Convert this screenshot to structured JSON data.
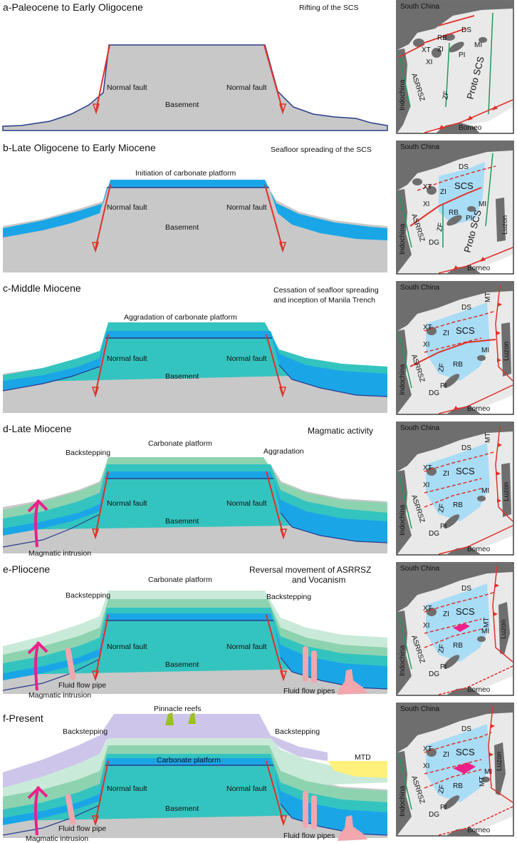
{
  "colors": {
    "basement": "#c8c8c8",
    "outline": "#2a3a8c",
    "blue": "#1aa6e6",
    "teal": "#34c4c0",
    "green": "#8ed3b0",
    "pale": "#c9ead8",
    "lavender": "#cdc6ea",
    "fault": "#e0302a",
    "magma": "#ee1f8a",
    "pipe": "#f2a6ae",
    "pinnacle": "#9bc11c",
    "mtd": "#fff17a",
    "map_land": "#6e6e6e",
    "map_sea": "#e9e9e9",
    "map_scs": "#a9dcf5",
    "map_green": "#1f9a5a"
  },
  "panels": [
    {
      "title": "a-Paleocene to Early Oligocene",
      "stage_title": [
        "Rifting of the SCS"
      ],
      "labels": {
        "left_fault": "Normal fault",
        "right_fault": "Normal fault",
        "basement": "Basement"
      },
      "map": {
        "south_china": "South China",
        "indochina": "Indochina",
        "borneo": "Borneo",
        "asrrsz": "ASRRSZ",
        "ds": "DS",
        "rb": "RB",
        "zi": "ZI",
        "xt": "XT",
        "xi": "XI",
        "pi": "PI",
        "mi": "MI",
        "zf": "ZF",
        "proto": "Proto SCS"
      }
    },
    {
      "title": "b-Late Oligocene to Early Miocene",
      "stage_title": [
        "Seafloor spreading of the SCS"
      ],
      "labels": {
        "top": "Initiation of carbonate platform",
        "left_fault": "Normal fault",
        "right_fault": "Normal fault",
        "basement": "Basement"
      },
      "map": {
        "south_china": "South China",
        "indochina": "Indochina",
        "borneo": "Borneo",
        "asrrsz": "ASRRSZ",
        "ds": "DS",
        "xt": "XT",
        "zi": "ZI",
        "xi": "XI",
        "scs": "SCS",
        "mi": "MI",
        "rb": "RB",
        "pi": "PI",
        "zf": "ZF",
        "dg": "DG",
        "proto": "Proto SCS",
        "luzon": "Luzon"
      }
    },
    {
      "title": "c-Middle Miocene",
      "stage_title": [
        "Cessation of seafloor spreading",
        "and inception of Manila Trench"
      ],
      "labels": {
        "top": "Aggradation of carbonate platform",
        "left_fault": "Normal fault",
        "right_fault": "Normal fault",
        "basement": "Basement"
      },
      "map": {
        "south_china": "South China",
        "indochina": "Indochina",
        "borneo": "Borneo",
        "asrrsz": "ASRRSZ",
        "ds": "DS",
        "xt": "XT",
        "zi": "ZI",
        "xi": "XI",
        "scs": "SCS",
        "mi": "MI",
        "rb": "RB",
        "pi": "PI",
        "zf": "ZF",
        "dg": "DG",
        "mt": "MT",
        "luzon": "Luzon"
      }
    },
    {
      "title": "d-Late Miocene",
      "stage_title": [
        "Magmatic activity"
      ],
      "labels": {
        "top": "Carbonate platform",
        "backstep": "Backstepping",
        "aggrade": "Aggradation",
        "left_fault": "Normal fault",
        "right_fault": "Normal fault",
        "basement": "Basement",
        "magma": "Magmatic intrusion"
      },
      "map": {
        "south_china": "South China",
        "indochina": "Indochina",
        "borneo": "Borneo",
        "asrrsz": "ASRRSZ",
        "ds": "DS",
        "xt": "XT",
        "zi": "ZI",
        "xi": "XI",
        "scs": "SCS",
        "mi": "MI",
        "rb": "RB",
        "pi": "PI",
        "zf": "ZF",
        "dg": "DG",
        "mt": "MT",
        "luzon": "Luzon"
      }
    },
    {
      "title": "e-Pliocene",
      "stage_title": [
        "Reversal movement of ASRRSZ",
        "and Vocanism"
      ],
      "labels": {
        "top": "Carbonate platform",
        "backstep": "Backstepping",
        "backstep_right": "Backstepping",
        "left_fault": "Normal fault",
        "right_fault": "Normal fault",
        "basement": "Basement",
        "magma": "Magmatic intrusion",
        "pipe": "Fluid flow pipe",
        "pipes": "Fluid flow pipes"
      },
      "map": {
        "south_china": "South China",
        "indochina": "Indochina",
        "borneo": "Borneo",
        "asrrsz": "ASRRSZ",
        "ds": "DS",
        "xt": "XT",
        "zi": "ZI",
        "xi": "XI",
        "scs": "SCS",
        "mi": "MI",
        "rb": "RB",
        "pi": "PI",
        "zf": "ZF",
        "dg": "DG",
        "mt": "MT",
        "luzon": "Luzon"
      }
    },
    {
      "title": "f-Present",
      "stage_title": [],
      "labels": {
        "pinnacle": "Pinnacle reefs",
        "backstep": "Backstepping",
        "backstep_right": "Backstepping",
        "platform": "Carbonate platform",
        "left_fault": "Normal fault",
        "right_fault": "Normal fault",
        "basement": "Basement",
        "magma": "Magmatic intrusion",
        "pipe": "Fluid flow pipe",
        "pipes": "Fluid flow pipes",
        "mtd": "MTD"
      },
      "map": {
        "south_china": "South China",
        "indochina": "Indochina",
        "borneo": "Borneo",
        "asrrsz": "ASRRSZ",
        "ds": "DS",
        "xt": "XT",
        "zi": "ZI",
        "xi": "XI",
        "scs": "SCS",
        "mi": "MI",
        "rb": "RB",
        "pi": "PI",
        "zf": "ZF",
        "dg": "DG",
        "mt": "MT",
        "luzon": "Luzon"
      }
    }
  ]
}
